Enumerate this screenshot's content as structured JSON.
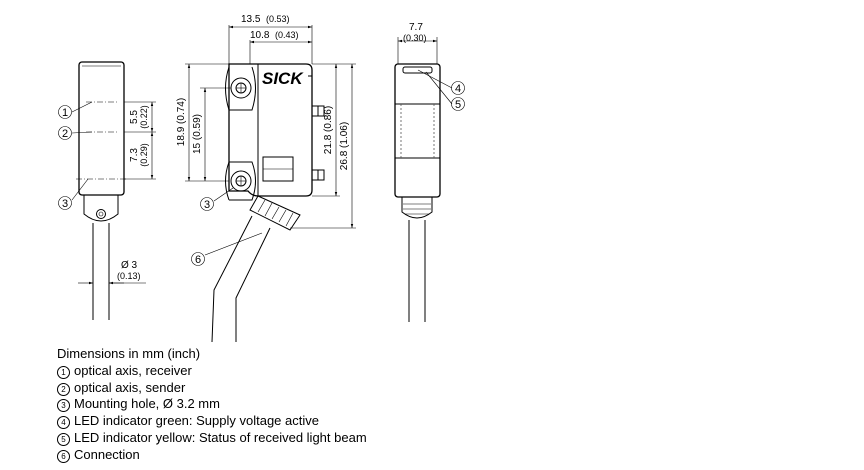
{
  "dimensions": {
    "front_mark_upper": "5.5",
    "front_mark_upper_inch": "(0.22)",
    "front_mark_lower": "7.3",
    "front_mark_lower_inch": "(0.29)",
    "cable_diameter": "Ø 3",
    "cable_diameter_inch": "(0.13)",
    "side_width_outer": "13.5",
    "side_width_outer_inch": "(0.53)",
    "side_width_inner": "10.8",
    "side_width_inner_inch": "(0.43)",
    "side_left_height": "18.9 (0.74)",
    "side_hole_spacing": "15 (0.59)",
    "side_right_height_inner": "21.8 (0.86)",
    "side_right_height_outer": "26.8 (1.06)",
    "rear_width": "7.7",
    "rear_width_inch": "(0.30)"
  },
  "logo_text": "SICK",
  "callouts": {
    "c1": "1",
    "c2": "2",
    "c3a": "3",
    "c3b": "3",
    "c4": "4",
    "c5": "5",
    "c6": "6"
  },
  "legend": {
    "title": "Dimensions in mm (inch)",
    "items": [
      {
        "num": "1",
        "text": "optical axis, receiver"
      },
      {
        "num": "2",
        "text": "optical axis, sender"
      },
      {
        "num": "3",
        "text": "Mounting hole, Ø 3.2 mm"
      },
      {
        "num": "4",
        "text": "LED indicator green: Supply voltage active"
      },
      {
        "num": "5",
        "text": "LED indicator yellow: Status of received light beam"
      },
      {
        "num": "6",
        "text": "Connection"
      }
    ]
  }
}
